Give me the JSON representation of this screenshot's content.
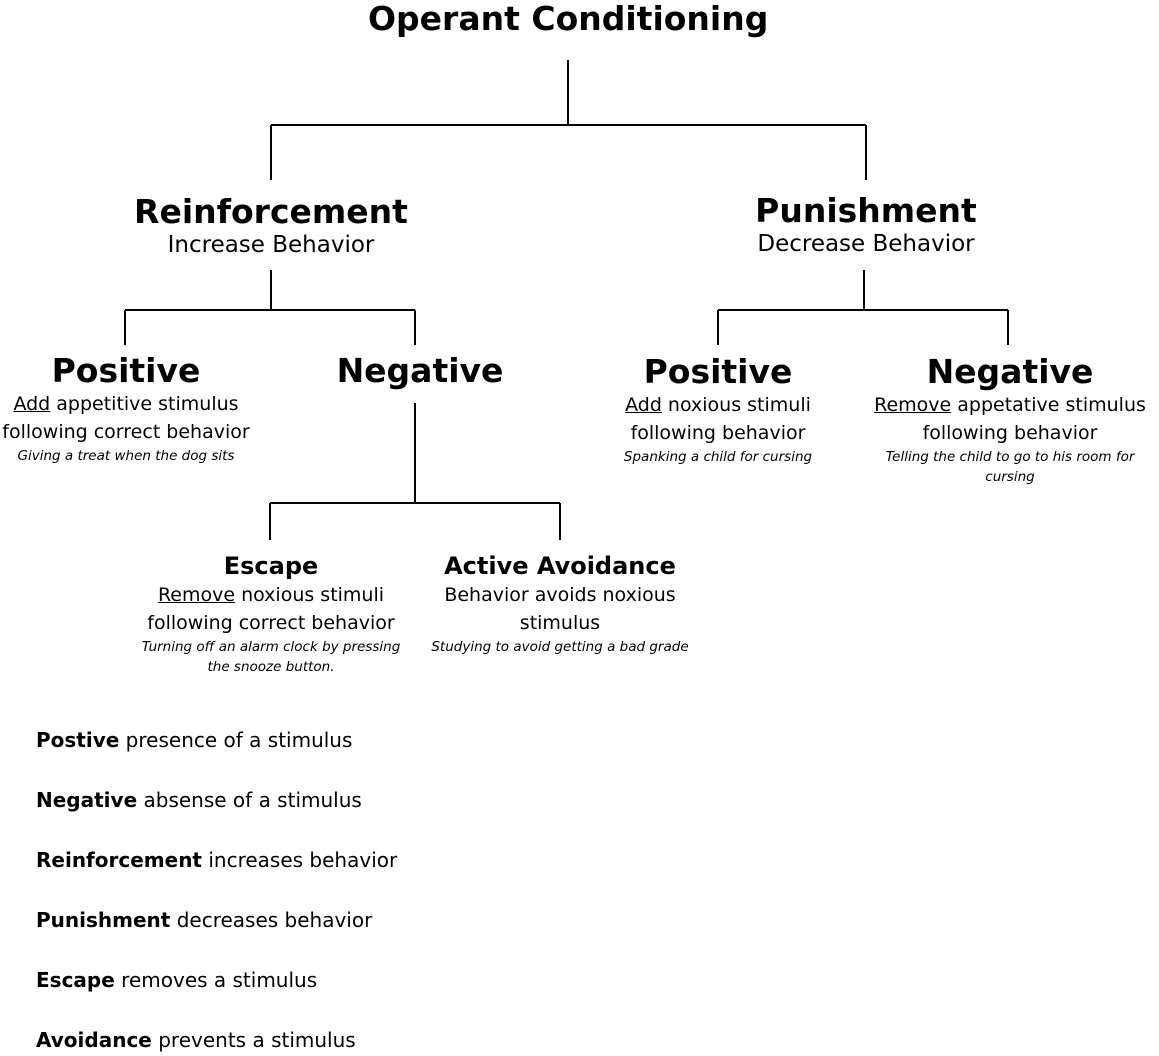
{
  "title": "Operant Conditioning",
  "reinforcement": {
    "heading": "Reinforcement",
    "subheading": "Increase Behavior",
    "positive": {
      "heading": "Positive",
      "desc_keyword": "Add",
      "desc_rest": " appetitive stimulus",
      "desc_line2": "following correct behavior",
      "example": "Giving a treat when the dog sits"
    },
    "negative": {
      "heading": "Negative",
      "escape": {
        "heading": "Escape",
        "desc_keyword": "Remove",
        "desc_rest": " noxious stimuli",
        "desc_line2": "following correct behavior",
        "example_line1": "Turning off an alarm clock by pressing",
        "example_line2": "the snooze button."
      },
      "avoidance": {
        "heading": "Active Avoidance",
        "desc_line1": "Behavior avoids noxious",
        "desc_line2": "stimulus",
        "example": "Studying to avoid getting a bad grade"
      }
    }
  },
  "punishment": {
    "heading": "Punishment",
    "subheading": "Decrease Behavior",
    "positive": {
      "heading": "Positive",
      "desc_keyword": "Add",
      "desc_rest": " noxious stimuli",
      "desc_line2": "following behavior",
      "example": "Spanking a child for cursing"
    },
    "negative": {
      "heading": "Negative",
      "desc_keyword": "Remove",
      "desc_rest": " appetative stimulus",
      "desc_line2": "following behavior",
      "example": "Telling the child to go to his room for cursing"
    }
  },
  "legend": [
    {
      "term": "Postive",
      "definition": " presence of a stimulus"
    },
    {
      "term": "Negative",
      "definition": " absense of a stimulus"
    },
    {
      "term": "Reinforcement",
      "definition": " increases behavior"
    },
    {
      "term": "Punishment",
      "definition": " decreases behavior"
    },
    {
      "term": "Escape",
      "definition": " removes a stimulus"
    },
    {
      "term": "Avoidance",
      "definition": " prevents a stimulus"
    }
  ]
}
